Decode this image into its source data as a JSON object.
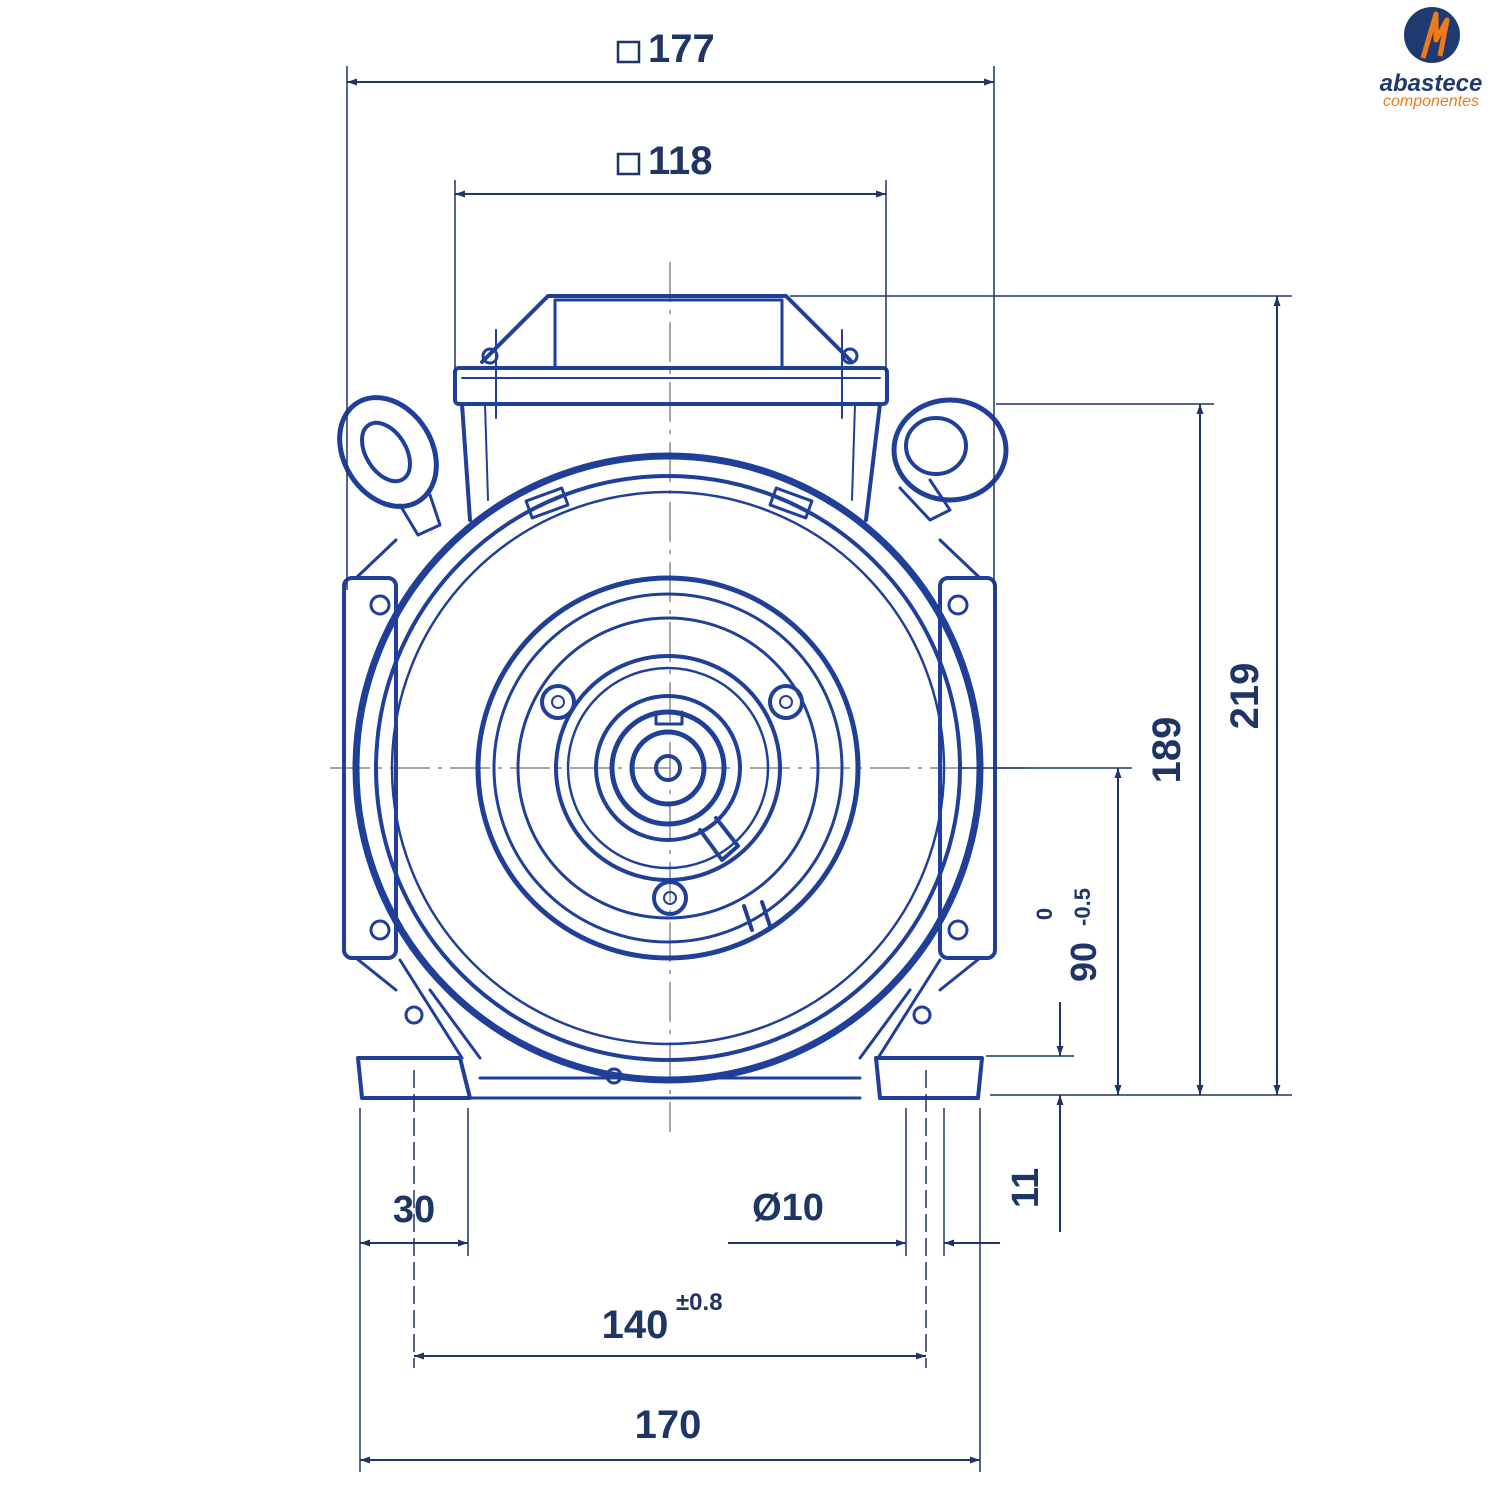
{
  "brand": {
    "name": "abastece",
    "subtitle": "componentes",
    "colors": {
      "primary": "#1f3a6e",
      "accent": "#f07a1a"
    }
  },
  "colors": {
    "drawing": "#1f3f99",
    "dimension": "#1f3566",
    "centerline": "#8a8a8a"
  },
  "dimensions": {
    "overall_square": {
      "symbol": "□",
      "value": "177"
    },
    "terminal_box_square": {
      "symbol": "□",
      "value": "118"
    },
    "overall_height": "219",
    "eyebolt_height": "189",
    "shaft_height": {
      "value": "90",
      "upper_tol": "0",
      "lower_tol": "-0.5"
    },
    "foot_thickness": "11",
    "foot_width": "30",
    "hole_diameter": "Ø10",
    "hole_spacing": {
      "value": "140",
      "tolerance": "±0.8"
    },
    "foot_overall": "170"
  }
}
